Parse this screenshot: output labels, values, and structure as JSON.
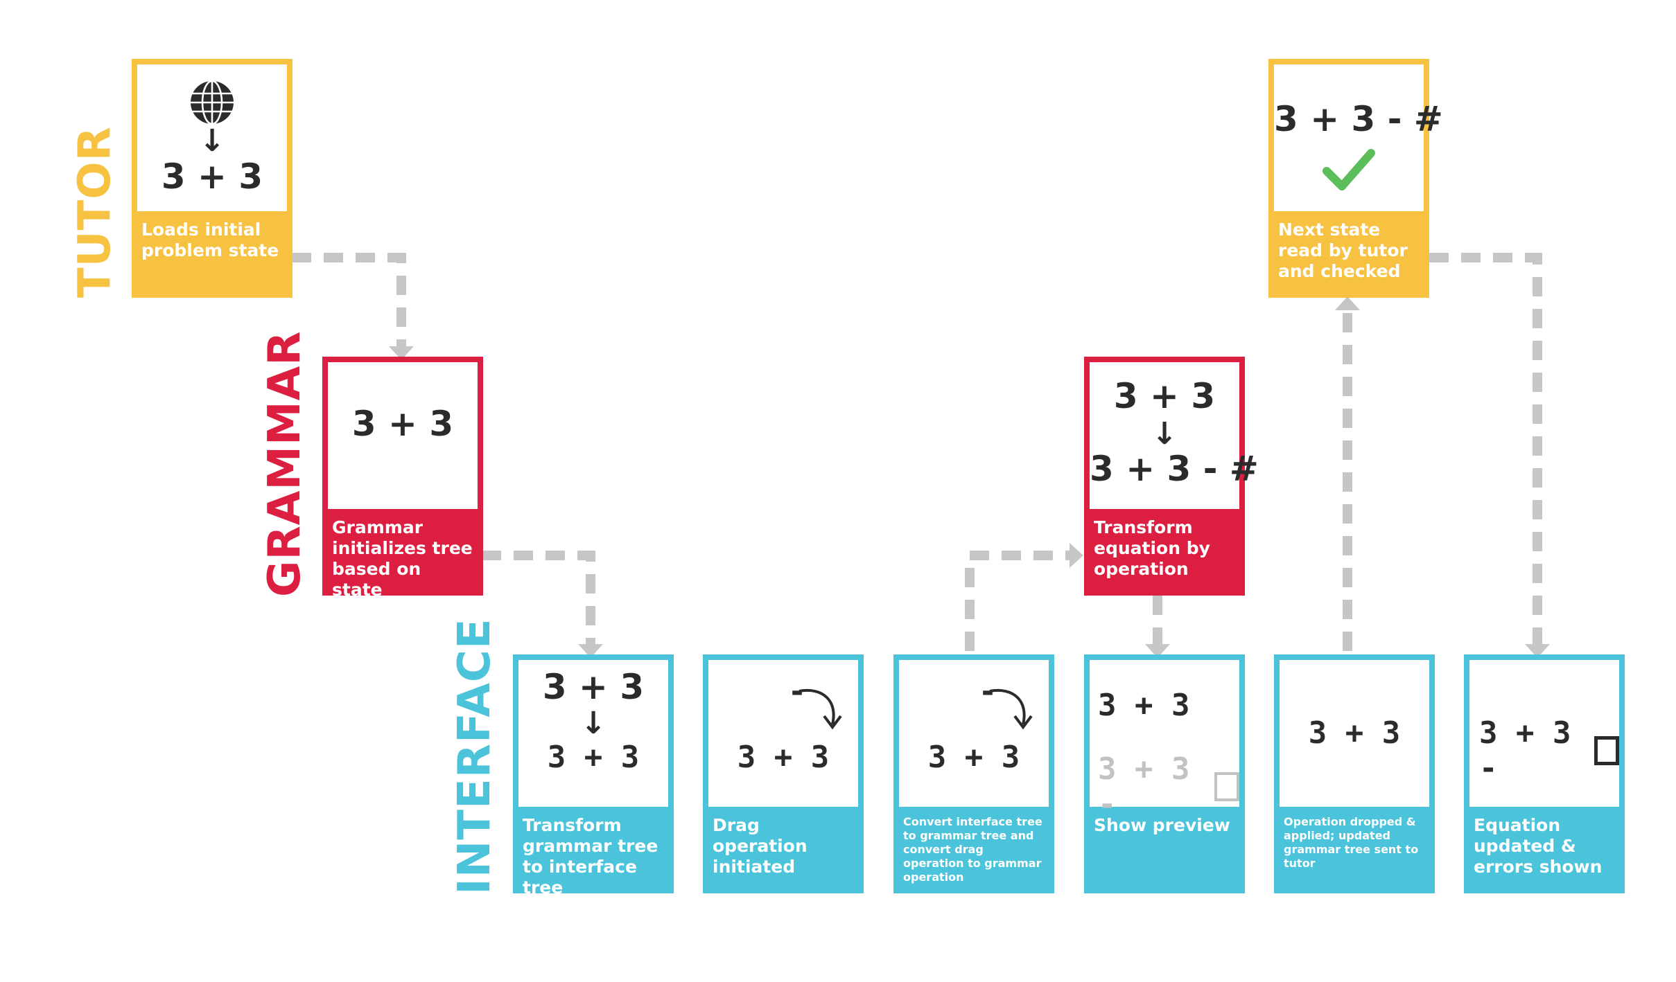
{
  "lanes": {
    "tutor": "TUTOR",
    "grammar": "GRAMMAR",
    "interface": "INTERFACE"
  },
  "colors": {
    "tutor": "#F7C142",
    "grammar": "#DC1F40",
    "interface": "#4AC3DB",
    "connector": "#C6C6C6",
    "check": "#5BBE5B"
  },
  "cards": {
    "tutor_load": {
      "math_bottom": "3 + 3",
      "caption": "Loads initial problem state",
      "icon": "globe-icon"
    },
    "tutor_check": {
      "math": "3 + 3  - #",
      "caption": "Next state read by tutor and checked",
      "icon": "check-icon"
    },
    "grammar_init": {
      "math": "3 + 3",
      "caption": "Grammar initializes tree based on state"
    },
    "grammar_transform": {
      "math_top": "3 + 3",
      "math_bottom": "3 + 3  - #",
      "caption": "Transform equation by operation"
    },
    "iface_transform": {
      "math_top": "3 + 3",
      "math_bottom": "3 + 3",
      "caption": "Transform grammar tree to interface tree"
    },
    "iface_drag": {
      "op": "-",
      "math": "3 + 3",
      "caption": "Drag operation initiated"
    },
    "iface_convert": {
      "op": "-",
      "math": "3 + 3",
      "caption": "Convert interface tree to grammar tree and convert drag operation to grammar operation"
    },
    "iface_preview": {
      "math_top": "3 + 3",
      "math_bottom": "3 + 3 -",
      "caption": "Show preview"
    },
    "iface_dropped": {
      "math": "3 + 3",
      "caption": "Operation dropped & applied; updated grammar tree sent to tutor"
    },
    "iface_updated": {
      "math": "3 + 3 -",
      "caption": "Equation updated & errors shown"
    }
  }
}
